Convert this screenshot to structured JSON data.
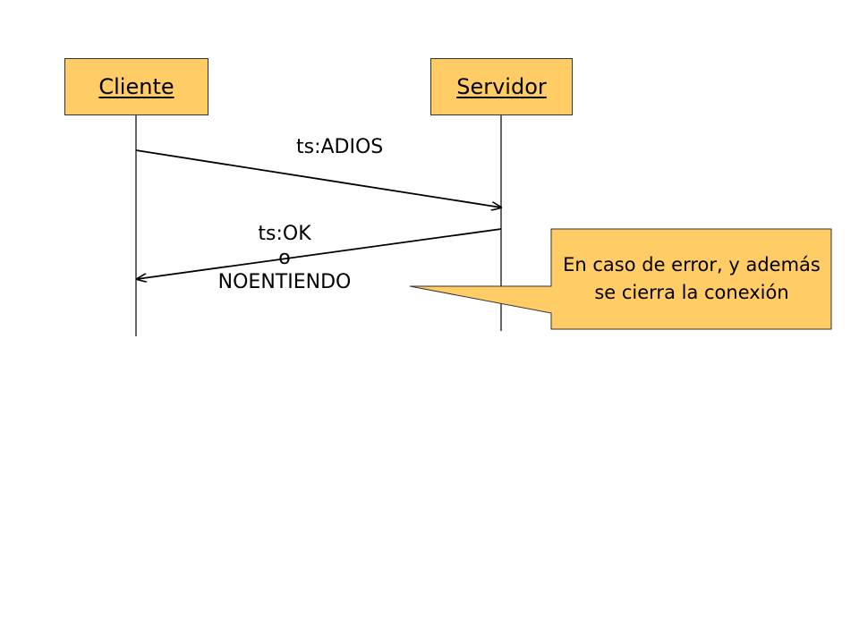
{
  "actors": {
    "client": {
      "label": "Cliente"
    },
    "server": {
      "label": "Servidor"
    }
  },
  "messages": {
    "adios": {
      "label": "ts:ADIOS"
    },
    "reply": {
      "line1": "ts:OK",
      "line2": "o",
      "line3": "NOENTIENDO"
    }
  },
  "note": {
    "text": "En caso de error, y además se cierra la conexión"
  },
  "colors": {
    "box_fill": "#ffcc66",
    "line": "#000000"
  }
}
